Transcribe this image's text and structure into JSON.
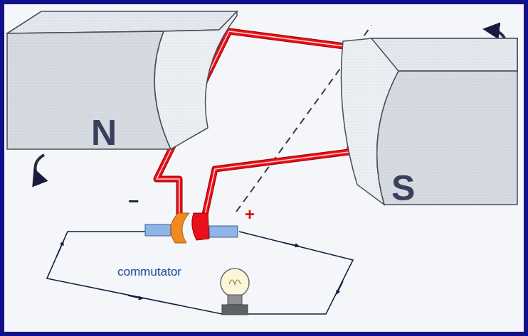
{
  "diagram": {
    "nodes": [
      {
        "text": [
          "N"
        ]
      },
      {
        "text": [
          "S"
        ]
      }
    ],
    "labels": [
      "−",
      "+",
      "commutator"
    ]
  }
}
